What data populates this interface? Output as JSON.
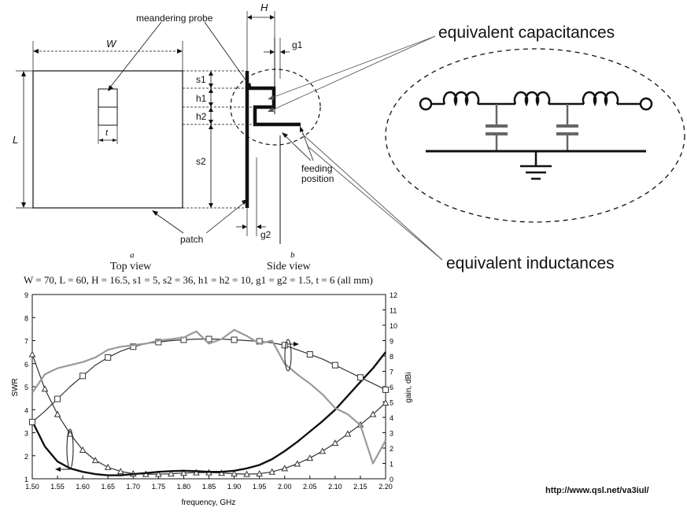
{
  "diagram": {
    "labels": {
      "meandering_probe": "meandering probe",
      "W": "W",
      "H": "H",
      "L": "L",
      "t": "t",
      "g1": "g1",
      "g2": "g2",
      "s1": "s1",
      "h1": "h1",
      "h2": "h2",
      "s2": "s2",
      "patch": "patch",
      "feeding_position_line1": "feeding",
      "feeding_position_line2": "position",
      "sub_a": "a",
      "top_view": "Top view",
      "sub_b": "b",
      "side_view": "Side view",
      "dimensions": "W = 70, L = 60, H = 16.5, s1 = 5, s2 = 36, h1 = h2 = 10, g1 = g2 = 1.5, t = 6 (all mm)"
    },
    "callouts": {
      "capacitances": "equivalent capacitances",
      "inductances": "equivalent inductances"
    },
    "credit": "http://www.qsl.net/va3iul/"
  },
  "chart_data": {
    "type": "line",
    "xlabel": "frequency, GHz",
    "ylabel_left": "SWR",
    "ylabel_right": "gain, dBi",
    "xlim": [
      1.5,
      2.2
    ],
    "ylim_left": [
      1,
      9
    ],
    "ylim_right": [
      0,
      12
    ],
    "x_ticks": [
      "1.50",
      "1.55",
      "1.60",
      "1.65",
      "1.70",
      "1.75",
      "1.80",
      "1.85",
      "1.90",
      "1.95",
      "2.00",
      "2.05",
      "2.10",
      "2.15",
      "2.20"
    ],
    "y_left_ticks": [
      "1",
      "2",
      "3",
      "4",
      "5",
      "6",
      "7",
      "8",
      "9"
    ],
    "y_right_ticks": [
      "0",
      "1",
      "2",
      "3",
      "4",
      "5",
      "6",
      "7",
      "8",
      "9",
      "10",
      "11",
      "12"
    ],
    "series": [
      {
        "axis": "left",
        "marker": "triangle",
        "color": "#333333",
        "x": [
          1.5,
          1.525,
          1.55,
          1.575,
          1.6,
          1.625,
          1.65,
          1.675,
          1.7,
          1.725,
          1.75,
          1.775,
          1.8,
          1.825,
          1.85,
          1.875,
          1.9,
          1.925,
          1.95,
          1.975,
          2.0,
          2.025,
          2.05,
          2.075,
          2.1,
          2.125,
          2.15,
          2.175,
          2.2
        ],
        "y": [
          6.4,
          4.9,
          3.8,
          2.95,
          2.25,
          1.8,
          1.5,
          1.32,
          1.22,
          1.2,
          1.2,
          1.22,
          1.25,
          1.27,
          1.27,
          1.25,
          1.22,
          1.2,
          1.22,
          1.3,
          1.45,
          1.65,
          1.9,
          2.2,
          2.55,
          2.95,
          3.35,
          3.8,
          4.3
        ]
      },
      {
        "axis": "left",
        "marker": "none",
        "color": "#111111",
        "x": [
          1.5,
          1.525,
          1.55,
          1.575,
          1.6,
          1.625,
          1.65,
          1.675,
          1.7,
          1.725,
          1.75,
          1.775,
          1.8,
          1.825,
          1.85,
          1.875,
          1.9,
          1.925,
          1.95,
          1.975,
          2.0,
          2.025,
          2.05,
          2.075,
          2.1,
          2.125,
          2.15,
          2.175,
          2.2
        ],
        "y": [
          3.5,
          2.4,
          1.75,
          1.45,
          1.3,
          1.2,
          1.15,
          1.15,
          1.2,
          1.25,
          1.3,
          1.33,
          1.35,
          1.33,
          1.3,
          1.3,
          1.35,
          1.45,
          1.6,
          1.85,
          2.2,
          2.6,
          3.05,
          3.5,
          4.0,
          4.6,
          5.2,
          5.8,
          6.5
        ]
      },
      {
        "axis": "right",
        "marker": "square",
        "color": "#333333",
        "x": [
          1.5,
          1.525,
          1.55,
          1.575,
          1.6,
          1.625,
          1.65,
          1.675,
          1.7,
          1.725,
          1.75,
          1.775,
          1.8,
          1.825,
          1.85,
          1.875,
          1.9,
          1.925,
          1.95,
          1.975,
          2.0,
          2.025,
          2.05,
          2.075,
          2.1,
          2.125,
          2.15,
          2.175,
          2.2
        ],
        "y": [
          3.7,
          4.4,
          5.2,
          6.0,
          6.7,
          7.4,
          7.9,
          8.3,
          8.6,
          8.8,
          8.9,
          9.0,
          9.05,
          9.1,
          9.1,
          9.1,
          9.05,
          9.0,
          8.95,
          8.85,
          8.7,
          8.4,
          8.1,
          7.8,
          7.4,
          7.0,
          6.6,
          6.2,
          5.8
        ]
      },
      {
        "axis": "right",
        "marker": "none",
        "color": "#999999",
        "x": [
          1.5,
          1.525,
          1.55,
          1.575,
          1.6,
          1.625,
          1.65,
          1.675,
          1.7,
          1.725,
          1.75,
          1.775,
          1.8,
          1.825,
          1.85,
          1.875,
          1.9,
          1.925,
          1.95,
          1.975,
          2.0,
          2.025,
          2.05,
          2.075,
          2.1,
          2.125,
          2.15,
          2.175,
          2.2
        ],
        "y": [
          5.6,
          6.8,
          7.2,
          7.4,
          7.6,
          7.9,
          8.4,
          8.6,
          8.7,
          8.8,
          9.0,
          9.1,
          9.2,
          9.6,
          8.8,
          9.1,
          9.7,
          9.3,
          8.8,
          9.0,
          7.5,
          6.8,
          6.2,
          5.5,
          4.6,
          4.2,
          3.5,
          1.0,
          2.5
        ]
      }
    ]
  }
}
